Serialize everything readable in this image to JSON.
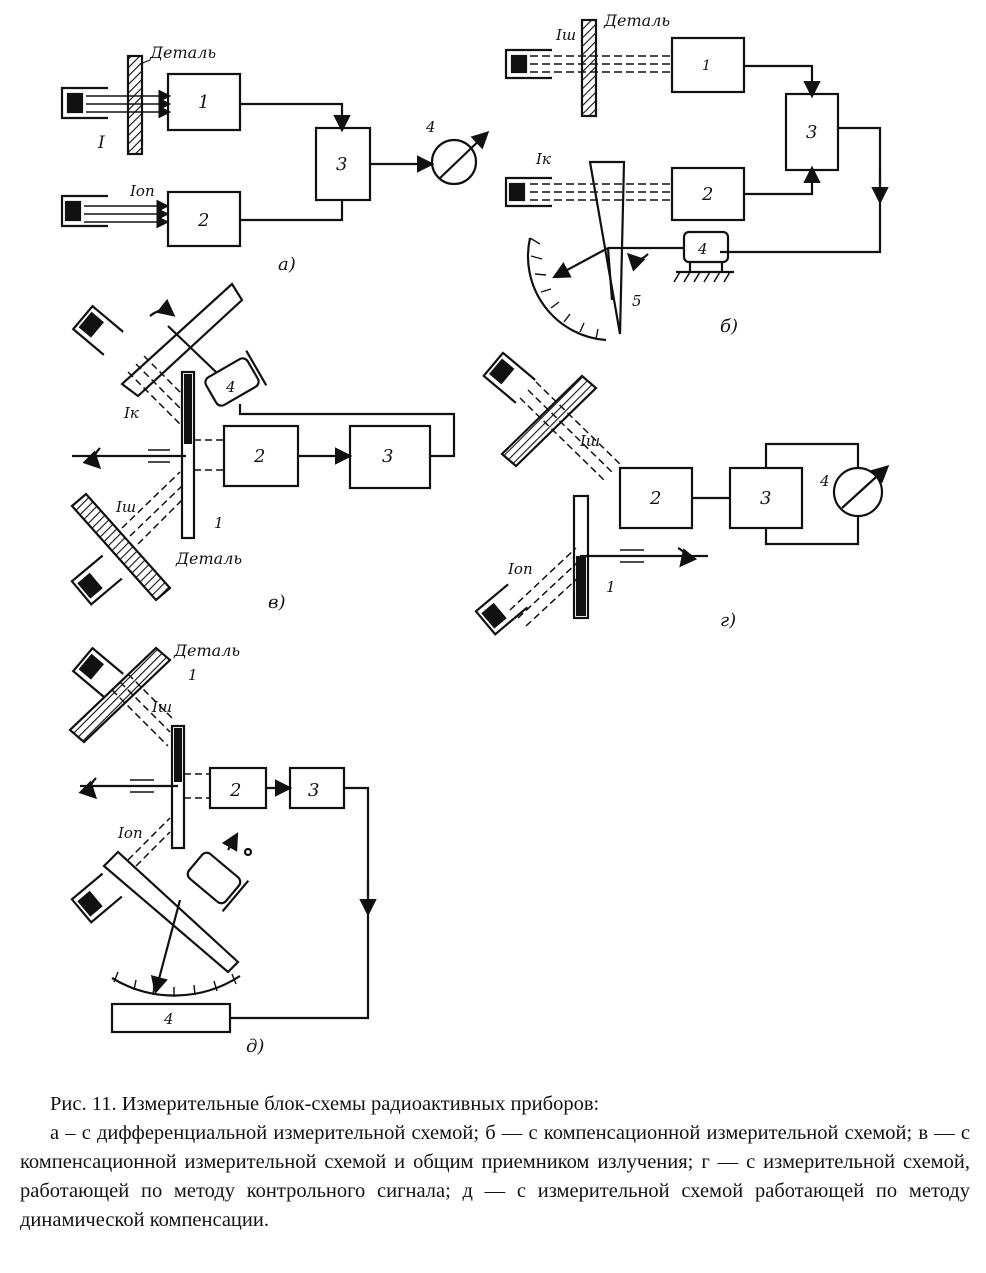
{
  "diagrams": {
    "a": {
      "label": "а)",
      "part_label": "Деталь",
      "beam_labels": [
        "I",
        "Iоп"
      ],
      "blocks": [
        "1",
        "2",
        "3"
      ],
      "meter": "4"
    },
    "b": {
      "label": "б)",
      "part_label": "Деталь",
      "beam_labels": [
        "Iш",
        "Iк"
      ],
      "blocks": [
        "1",
        "2",
        "3"
      ],
      "motor": "4",
      "wedge": "5"
    },
    "v": {
      "label": "в)",
      "part_label": "Деталь",
      "beam_labels": [
        "Iк",
        "Iш"
      ],
      "blocks": [
        "2",
        "3"
      ],
      "motor": "4",
      "disc": "1"
    },
    "g": {
      "label": "г)",
      "beam_labels": [
        "Iш",
        "Iоп"
      ],
      "blocks": [
        "2",
        "3"
      ],
      "meter": "4",
      "disc": "1"
    },
    "d": {
      "label": "д)",
      "part_label": "Деталь",
      "beam_labels": [
        "Iш",
        "Iоп"
      ],
      "blocks": [
        "2",
        "3"
      ],
      "indicator": "4",
      "disc": "1"
    }
  },
  "caption": {
    "title": "Рис. 11. Измерительные блок-схемы радиоактивных приборов:",
    "text": "а – с дифференциальной измерительной схемой; б — с компенсационной измерительной схемой; в — с компенсационной измерительной схемой и общим приемником излучения; г — с измерительной схемой, работающей по методу контрольного сигнала; д — с измерительной схемой работающей по методу динамической компенсации."
  }
}
